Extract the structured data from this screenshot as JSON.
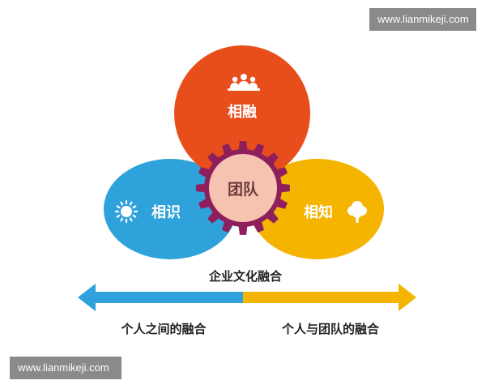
{
  "watermarks": {
    "top": "www.lianmikeji.com",
    "bottom": "www.lianmikeji.com"
  },
  "circles": {
    "top": {
      "label": "相融",
      "color": "#e84e1b",
      "icon": "group-icon"
    },
    "left": {
      "label": "相识",
      "color": "#2fa2db",
      "icon": "sun-icon"
    },
    "right": {
      "label": "相知",
      "color": "#f4b400",
      "icon": "tree-icon"
    }
  },
  "center": {
    "label": "团队",
    "gear_color": "#8e1f5c",
    "fill_color": "#f6c3b0"
  },
  "arrow": {
    "title": "企业文化融合",
    "left_label": "个人之间的融合",
    "right_label": "个人与团队的融合",
    "left_color": "#2fa2db",
    "right_color": "#f4b400"
  }
}
